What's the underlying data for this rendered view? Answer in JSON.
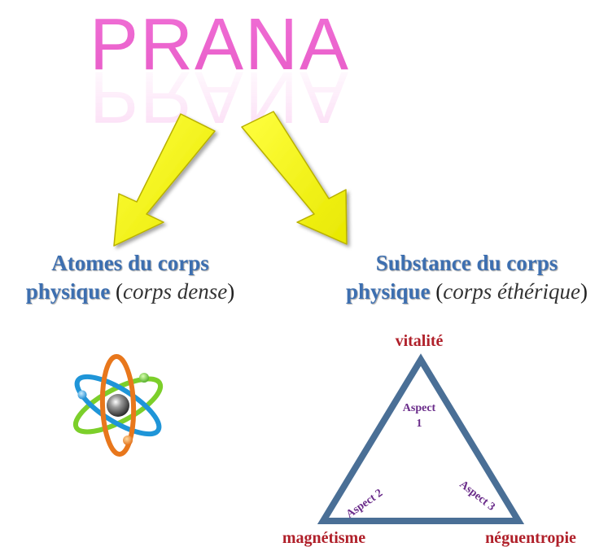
{
  "title": "PRANA",
  "left_caption": {
    "bold_line1": "Atomes du corps",
    "bold_line2": "physique",
    "italic": "corps dense"
  },
  "right_caption": {
    "bold_line1": "Substance du corps",
    "bold_line2": "physique",
    "italic": "corps éthérique"
  },
  "triangle": {
    "top_label": "vitalité",
    "left_label": "magnétisme",
    "right_label": "néguentropie",
    "aspect1_line1": "Aspect",
    "aspect1_line2": "1",
    "aspect2": "Aspect 2",
    "aspect3": "Aspect 3"
  },
  "icons": {
    "left_arrow": "arrow-down-left-icon",
    "right_arrow": "arrow-down-right-icon",
    "atom": "atom-icon"
  },
  "colors": {
    "title": "#f06fd6",
    "arrow_fill": "#f2f200",
    "caption_bold": "#3d6fb0",
    "triangle_stroke": "#4a6f96",
    "corner_labels": "#b0202a",
    "aspect_labels": "#6a2c8a"
  }
}
